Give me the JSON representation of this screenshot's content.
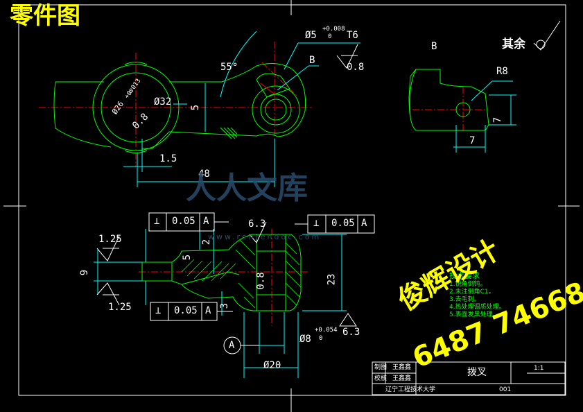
{
  "header": {
    "title": "零件图"
  },
  "views": {
    "top": {
      "angle_label": "55°",
      "hole_label": "Ø5",
      "hole_tol_upper": "+0.008",
      "hole_tol_lower": "0",
      "fit_label": "T6",
      "datum_b": "B",
      "roughness_top": "0.8",
      "bore_outer": "Ø32",
      "bore_inner": "Ø26",
      "bore_tol": "+0.013",
      "bore_tol_zero": "0",
      "roughness_bore": "0.8",
      "width_5": "5",
      "offset_15": "1.5",
      "length_48": "48"
    },
    "detail_b": {
      "label": "B",
      "rest_label": "其余",
      "radius": "R8",
      "dim_7_h": "7",
      "dim_7_v": "7"
    },
    "front": {
      "gtol_1_symbol": "⊥",
      "gtol_1_value": "0.05",
      "gtol_1_datum": "A",
      "gtol_2_symbol": "⊥",
      "gtol_2_value": "0.05",
      "gtol_2_datum": "A",
      "gtol_3_symbol": "⊥",
      "gtol_3_value": "0.05",
      "gtol_3_datum": "A",
      "rough_125_top": "1.25",
      "rough_125_bot": "1.25",
      "rough_63_top": "6.3",
      "rough_63_bot": "6.3",
      "rough_08": "0.8",
      "dim_9": "9",
      "dim_5": "5",
      "dim_2": "2",
      "dim_3": "3",
      "dim_23": "23",
      "dim_phi8": "Ø8",
      "phi8_tol_upper": "+0.054",
      "phi8_tol_lower": "0",
      "dim_phi20": "Ø20",
      "datum_a": "A"
    },
    "notes": {
      "title": "技术要求",
      "lines": [
        "1.锐角倒钝。",
        "2.未注倒角C1。",
        "3.去毛刺。",
        "4.热处理调质处理。",
        "5.表面发黑处理。"
      ]
    }
  },
  "title_block": {
    "drawn_label": "制图",
    "drawn_name": "王鑫鑫",
    "checked_label": "校核",
    "checked_name": "王鑫鑫",
    "part_name": "拨叉",
    "scale": "1:1",
    "school": "辽宁工程技术大学",
    "drawing_no": "001"
  },
  "watermark": {
    "site": "人人文库",
    "url": "www.renrendoc.com",
    "designer": "俊辉设计",
    "phone": "6487 74668"
  },
  "colors": {
    "background": "#000000",
    "outline": "#00ff00",
    "centerline": "#ff0000",
    "dimension": "#00ffff",
    "frame": "#ffffff",
    "accent_text": "#ffff00"
  }
}
